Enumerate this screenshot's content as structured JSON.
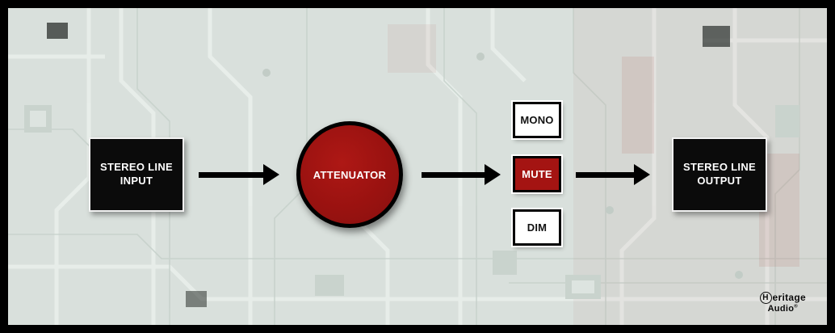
{
  "diagram": {
    "input_label": "STEREO LINE\nINPUT",
    "attenuator_label": "ATTENUATOR",
    "buttons": [
      {
        "label": "MONO",
        "variant": "white"
      },
      {
        "label": "MUTE",
        "variant": "red"
      },
      {
        "label": "DIM",
        "variant": "white"
      }
    ],
    "output_label": "STEREO LINE\nOUTPUT"
  },
  "logo": {
    "h_letter": "H",
    "word1": "eritage",
    "word2": "Audio",
    "registered": "®"
  },
  "colors": {
    "accent_red": "#a41412",
    "attenuator_red": "#9a1210",
    "box_black": "#0b0b0b",
    "background_pcb": "#d9e0dc",
    "frame_border": "#000000"
  }
}
